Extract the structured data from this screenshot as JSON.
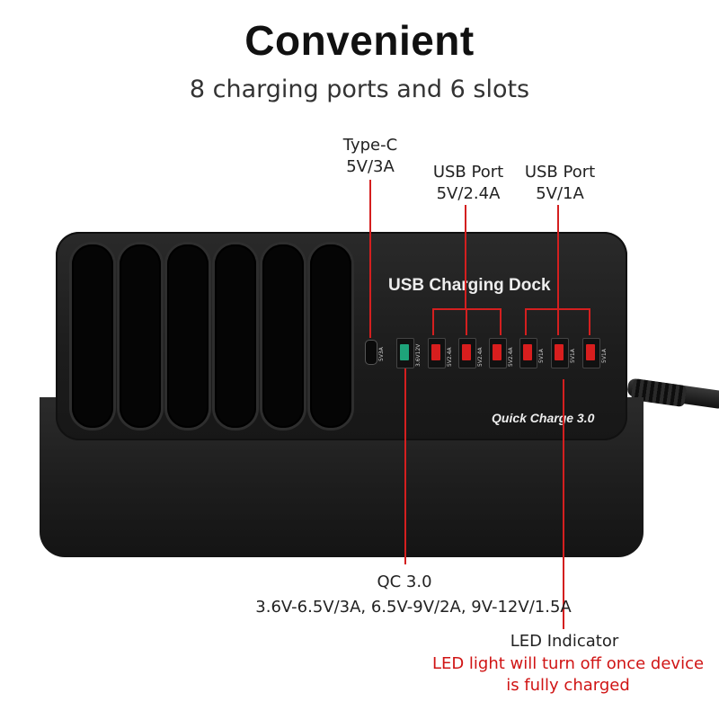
{
  "header": {
    "title": "Convenient",
    "subtitle": "8 charging ports and 6 slots"
  },
  "callouts": {
    "typec": {
      "line1": "Type-C",
      "line2": "5V/3A"
    },
    "usb_24": {
      "line1": "USB Port",
      "line2": "5V/2.4A"
    },
    "usb_1": {
      "line1": "USB Port",
      "line2": "5V/1A"
    },
    "qc": {
      "line1": "QC 3.0",
      "line2": "3.6V-6.5V/3A,  6.5V-9V/2A,  9V-12V/1.5A"
    },
    "led": {
      "line1": "LED Indicator",
      "note_line1": "LED light will turn off once device",
      "note_line2": "is fully charged"
    }
  },
  "dock": {
    "label": "USB Charging Dock",
    "badge": "Quick Charge 3.0",
    "port_marks": [
      "5V3A",
      "3.6V12V",
      "5V2.4A",
      "5V2.4A",
      "5V2.4A",
      "5V1A",
      "5V1A",
      "5V1A"
    ]
  },
  "colors": {
    "accent_red": "#d41f1f",
    "qc_green": "#1ea37a",
    "dock_black": "#1c1c1c"
  }
}
